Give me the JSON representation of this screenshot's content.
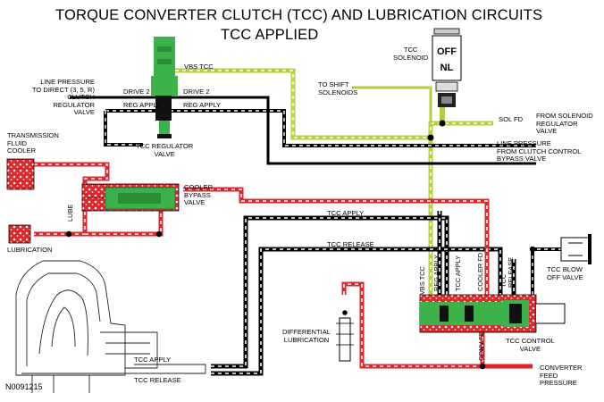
{
  "title": {
    "line1": "TORQUE CONVERTER CLUTCH (TCC) AND LUBRICATION CIRCUITS",
    "line2": "TCC APPLIED"
  },
  "solenoid": {
    "off": "OFF",
    "nl": "NL"
  },
  "labels": {
    "vbs_tcc_top": "VBS TCC",
    "tcc_solenoid": "TCC\nSOLENOID",
    "line_pressure_direct": "LINE PRESSURE\nTO DIRECT (3, 5, R)\nCLUTCH\nREGULATOR\nVALVE",
    "drive2_left": "DRIVE 2",
    "drive2_right": "DRIVE 2",
    "reg_apply_left": "REG APPLY",
    "reg_apply_right": "REG APPLY",
    "to_shift_solenoids": "TO SHIFT\nSOLENOIDS",
    "sol_fd": "SOL FD",
    "from_solenoid_reg": "FROM SOLENOID\nREGULATOR\nVALVE",
    "transmission_fluid_cooler": "TRANSMISSION\nFLUID\nCOOLER",
    "tcc_regulator_valve": "TCC REGULATOR\nVALVE",
    "line_pressure_clutch": "LINE PRESSURE\nFROM CLUTCH CONTROL\nBYPASS VALVE",
    "lube": "LUBE",
    "cooler_bypass_valve": "COOLER\nBYPASS\nVALVE",
    "tcc_apply_mid": "TCC APPLY",
    "lubrication": "LUBRICATION",
    "tcc_release_mid": "TCC RELEASE",
    "vbs_tcc_v": "VBS TCC",
    "reg_apply_v": "REG APPLY",
    "tcc_apply_v": "TCC APPLY",
    "cooler_fd_v": "COOLER FD",
    "tcc_release_v": "TCC\nRELEASE",
    "tcc_blow_off": "TCC BLOW\nOFF VALVE",
    "differential_lubrication": "DIFFERENTIAL\nLUBRICATION",
    "conv_fd_v": "CONV FD",
    "tcc_control_valve": "TCC CONTROL\nVALVE",
    "tcc_apply_bottom": "TCC APPLY",
    "tcc_release_bottom": "TCC RELEASE",
    "converter_feed": "CONVERTER\nFEED\nPRESSURE"
  },
  "figure_code": "N0091215",
  "colors": {
    "fill_green": "#3cb34a",
    "line_yellowgreen": "#b5cf3a",
    "lube_red": "#e0262b",
    "line_black": "#000000"
  }
}
